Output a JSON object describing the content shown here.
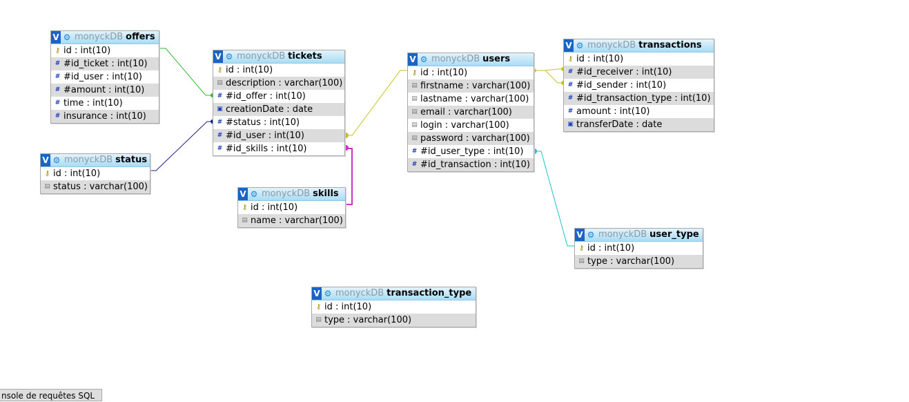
{
  "db_name": "monyckDB",
  "header_toggle": "V",
  "tables": {
    "offers": {
      "name": "offers",
      "rows": [
        {
          "icon": "key-icon",
          "label": "id : int(10)"
        },
        {
          "icon": "hash-icon",
          "label": "#id_ticket : int(10)"
        },
        {
          "icon": "hash-icon",
          "label": "#id_user : int(10)"
        },
        {
          "icon": "hash-icon",
          "label": "#amount : int(10)"
        },
        {
          "icon": "hash-icon",
          "label": "time : int(10)"
        },
        {
          "icon": "hash-icon",
          "label": "insurance : int(10)"
        }
      ]
    },
    "status": {
      "name": "status",
      "rows": [
        {
          "icon": "key-icon",
          "label": "id : int(10)"
        },
        {
          "icon": "text-icon",
          "label": "status : varchar(100)"
        }
      ]
    },
    "tickets": {
      "name": "tickets",
      "rows": [
        {
          "icon": "key-icon",
          "label": "id : int(10)"
        },
        {
          "icon": "text-icon",
          "label": "description : varchar(100)"
        },
        {
          "icon": "hash-icon",
          "label": "#id_offer : int(10)"
        },
        {
          "icon": "date-icon",
          "label": "creationDate : date"
        },
        {
          "icon": "hash-icon",
          "label": "#status : int(10)"
        },
        {
          "icon": "hash-icon",
          "label": "#id_user : int(10)"
        },
        {
          "icon": "hash-icon",
          "label": "#id_skills : int(10)"
        }
      ]
    },
    "skills": {
      "name": "skills",
      "rows": [
        {
          "icon": "key-icon",
          "label": "id : int(10)"
        },
        {
          "icon": "text-icon",
          "label": "name : varchar(100)"
        }
      ]
    },
    "users": {
      "name": "users",
      "rows": [
        {
          "icon": "key-icon",
          "label": "id : int(10)"
        },
        {
          "icon": "text-icon",
          "label": "firstname : varchar(100)"
        },
        {
          "icon": "text-icon",
          "label": "lastname : varchar(100)"
        },
        {
          "icon": "text-icon",
          "label": "email : varchar(100)"
        },
        {
          "icon": "text-icon",
          "label": "login : varchar(100)"
        },
        {
          "icon": "text-icon",
          "label": "password : varchar(100)"
        },
        {
          "icon": "hash-icon",
          "label": "#id_user_type : int(10)"
        },
        {
          "icon": "hash-icon",
          "label": "#id_transaction : int(10)"
        }
      ]
    },
    "transactions": {
      "name": "transactions",
      "rows": [
        {
          "icon": "key-icon",
          "label": "id : int(10)"
        },
        {
          "icon": "hash-icon",
          "label": "#id_receiver : int(10)"
        },
        {
          "icon": "hash-icon",
          "label": "#id_sender : int(10)"
        },
        {
          "icon": "hash-icon",
          "label": "#id_transaction_type : int(10)"
        },
        {
          "icon": "hash-icon",
          "label": "amount : int(10)"
        },
        {
          "icon": "date-icon",
          "label": "transferDate : date"
        }
      ]
    },
    "user_type": {
      "name": "user_type",
      "rows": [
        {
          "icon": "key-icon",
          "label": "id : int(10)"
        },
        {
          "icon": "text-icon",
          "label": "type : varchar(100)"
        }
      ]
    },
    "transaction_type": {
      "name": "transaction_type",
      "rows": [
        {
          "icon": "key-icon",
          "label": "id : int(10)"
        },
        {
          "icon": "text-icon",
          "label": "type : varchar(100)"
        }
      ]
    }
  },
  "relation_colors": {
    "offers_tickets": "#2db82d",
    "status_tickets": "#1a1a8a",
    "tickets_users": "#c9c020",
    "tickets_skills": "#d12fc8",
    "users_transactions": "#c9c020",
    "users_user_type": "#19c0c8"
  },
  "console_label": "nsole de requêtes SQL"
}
